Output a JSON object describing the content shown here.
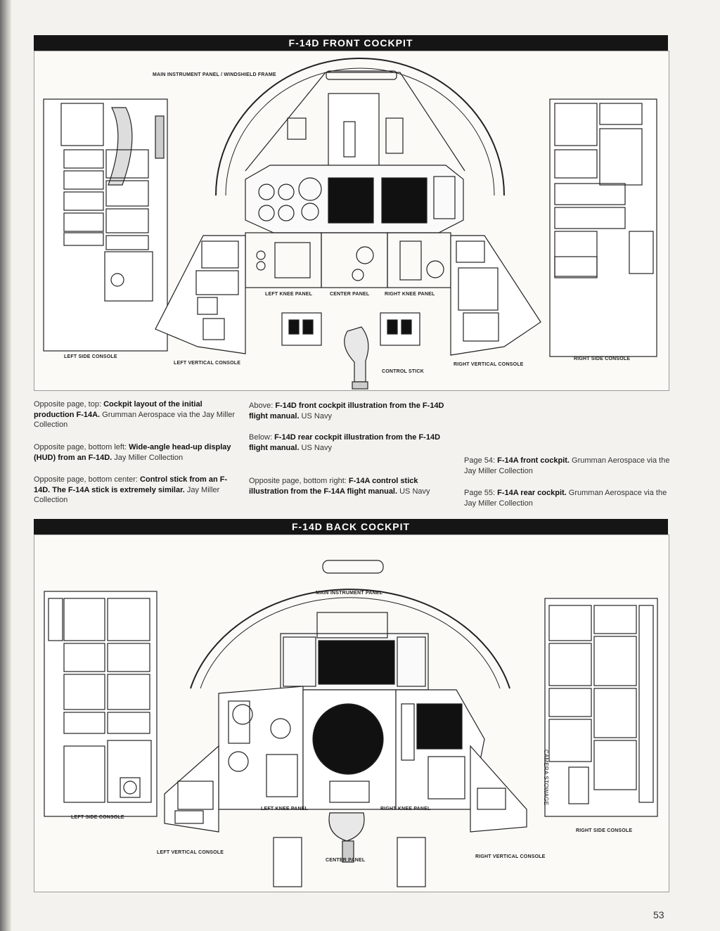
{
  "page_number": "53",
  "front": {
    "title": "F-14D FRONT COCKPIT",
    "labels": {
      "main_panel": "MAIN INSTRUMENT PANEL / WINDSHIELD FRAME",
      "left_side": "LEFT SIDE CONSOLE",
      "left_vertical": "LEFT VERTICAL CONSOLE",
      "left_knee": "LEFT KNEE PANEL",
      "center": "CENTER PANEL",
      "right_knee": "RIGHT KNEE PANEL",
      "control_stick": "CONTROL STICK",
      "right_vertical": "RIGHT VERTICAL CONSOLE",
      "right_side": "RIGHT SIDE CONSOLE"
    }
  },
  "back": {
    "title": "F-14D BACK COCKPIT",
    "labels": {
      "main_panel": "MAIN INSTRUMENT PANEL",
      "left_side": "LEFT SIDE CONSOLE",
      "left_vertical": "LEFT VERTICAL CONSOLE",
      "left_knee": "LEFT KNEE PANEL",
      "center": "CENTER PANEL",
      "right_knee": "RIGHT KNEE PANEL",
      "right_vertical": "RIGHT VERTICAL CONSOLE",
      "right_side": "RIGHT SIDE CONSOLE",
      "camera": "CAMERA STOWAGE"
    }
  },
  "captions": {
    "c1": {
      "pre": "Opposite page, top: ",
      "bold": "Cockpit layout of the initial production F-14A.",
      "post": " Grumman Aerospace via the Jay Miller Collection"
    },
    "c2": {
      "pre": "Opposite page, bottom left: ",
      "bold": "Wide-angle head-up display (HUD) from an F-14D.",
      "post": " Jay Miller Collection"
    },
    "c3": {
      "pre": "Opposite page, bottom center: ",
      "bold": "Control stick from an F-14D. The F-14A stick is extremely similar.",
      "post": " Jay Miller Collection"
    },
    "c4": {
      "pre": "Above: ",
      "bold": "F-14D front cockpit illustration from the F-14D flight manual.",
      "post": " US Navy"
    },
    "c5": {
      "pre": "Below: ",
      "bold": "F-14D rear cockpit illustration from the F-14D flight manual.",
      "post": " US Navy"
    },
    "c6": {
      "pre": "Opposite page, bottom right: ",
      "bold": "F-14A control stick illustration from the F-14A flight manual.",
      "post": " US Navy"
    },
    "c7": {
      "pre": "Page 54: ",
      "bold": "F-14A front cockpit.",
      "post": " Grumman Aerospace via the Jay Miller Collection"
    },
    "c8": {
      "pre": "Page 55: ",
      "bold": "F-14A rear cockpit.",
      "post": " Grumman Aerospace via the Jay Miller Collection"
    }
  }
}
